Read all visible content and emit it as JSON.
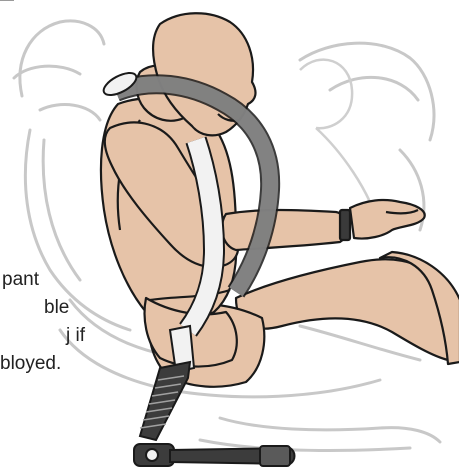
{
  "caption": {
    "lines": [
      "pant",
      "ble",
      "j if",
      "bloyed."
    ]
  },
  "colors": {
    "skin": "#e6c3a8",
    "outline": "#1a1a1a",
    "seat_line": "#c8c8c8",
    "belt_shoulder": "#8a8a8a",
    "belt_lap": "#f2f2f2",
    "buckle_dark": "#3c3c3c"
  },
  "icons": [
    "crash-test-dummy-figure",
    "seat-outline",
    "seat-belt",
    "seat-belt-buckle-anchor"
  ]
}
